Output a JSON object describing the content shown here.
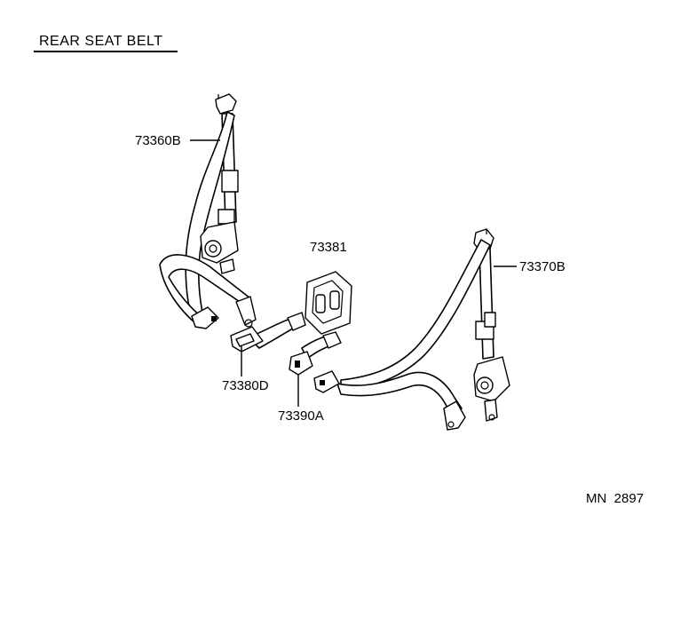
{
  "title": "REAR SEAT BELT",
  "drawing_code": "MN  2897",
  "parts": [
    {
      "number": "73360B"
    },
    {
      "number": "73381"
    },
    {
      "number": "73370B"
    },
    {
      "number": "73380D"
    },
    {
      "number": "73390A"
    }
  ]
}
